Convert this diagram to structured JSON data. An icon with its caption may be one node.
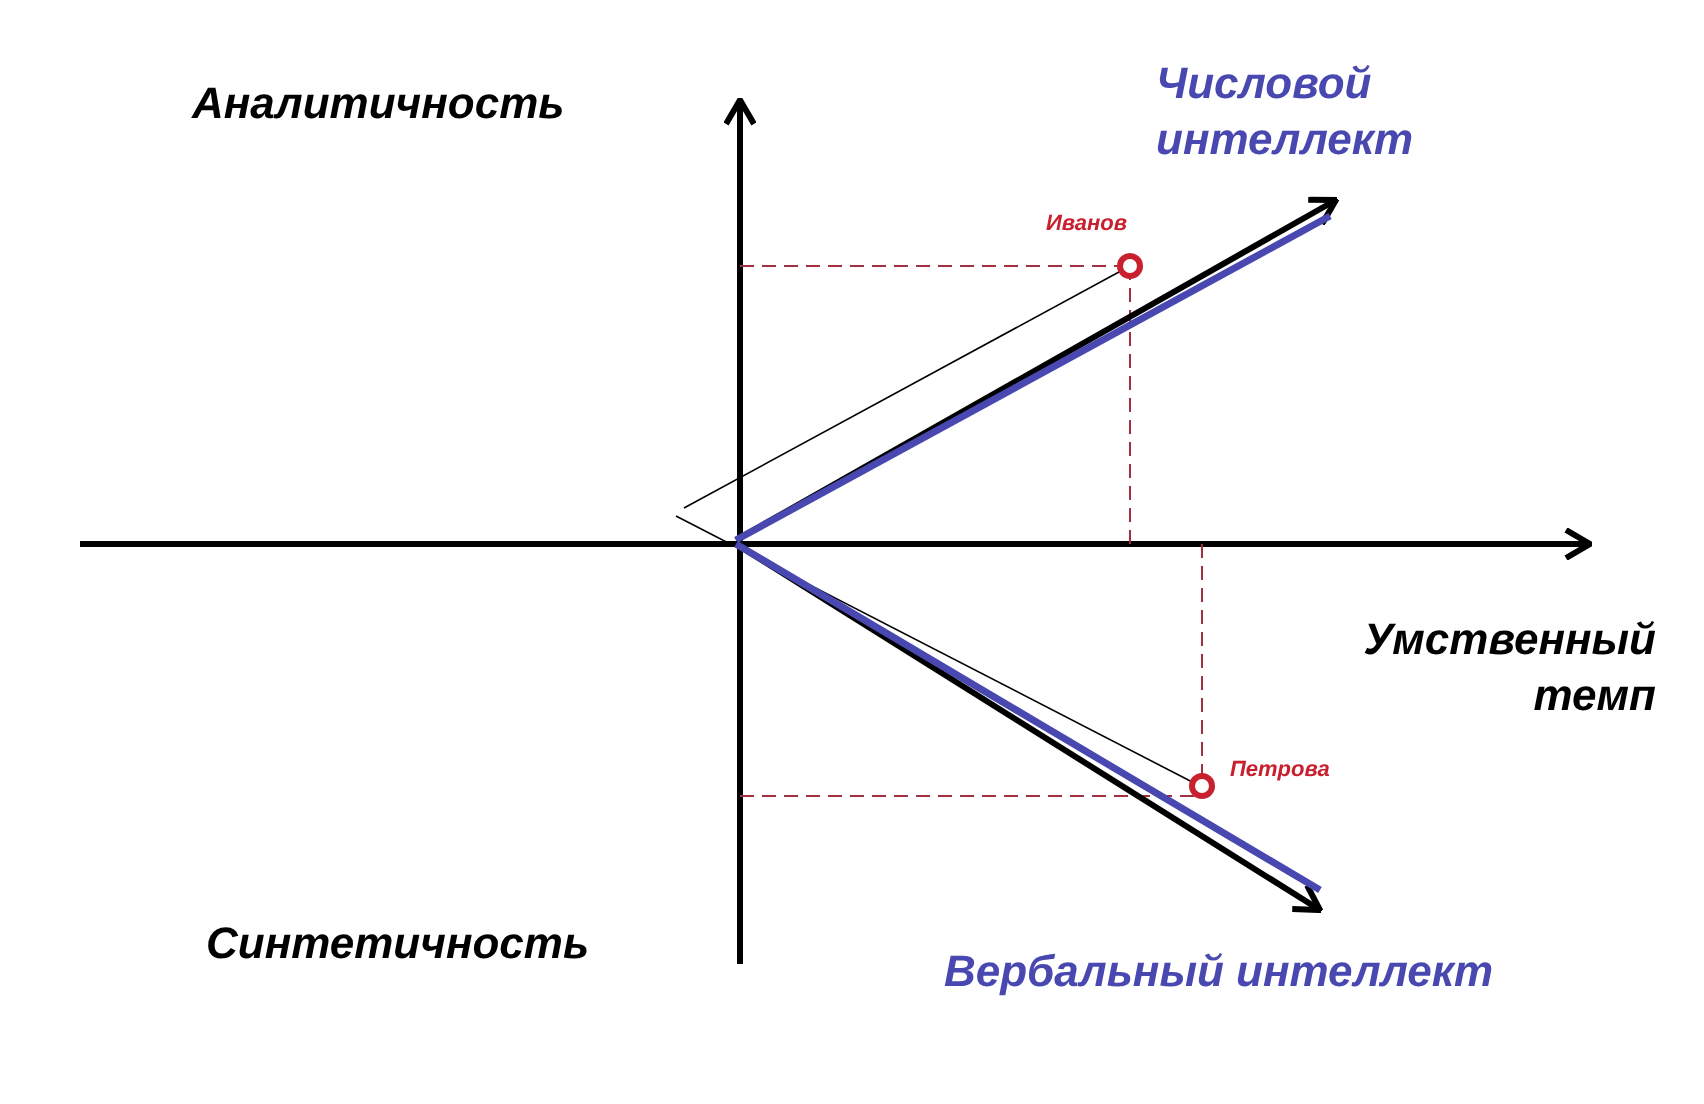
{
  "diagram": {
    "labels": [
      "Аналитичность",
      "Числовой интеллект",
      "Иванов",
      "Умственный темп",
      "Петрова",
      "Синтетичность",
      "Вербальный интеллект"
    ]
  }
}
